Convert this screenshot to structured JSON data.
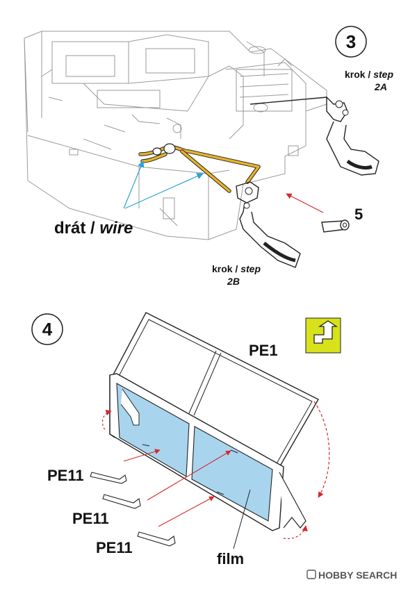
{
  "step3": {
    "number": "3",
    "wire_label_cz": "drát / ",
    "wire_label_en": "wire",
    "step2a_cz": "krok / ",
    "step2a_en": "step",
    "step2a_id": "2A",
    "step2b_cz": "krok / ",
    "step2b_en": "step",
    "step2b_id": "2B",
    "part_number": "5"
  },
  "step4": {
    "number": "4",
    "pe1_label": "PE1",
    "pe11_label_1": "PE11",
    "pe11_label_2": "PE11",
    "pe11_label_3": "PE11",
    "film_label": "film",
    "fold_icon": "fold-arrow-icon"
  },
  "watermark": {
    "brand": "HOBBY SEARCH"
  },
  "colors": {
    "wire": "#e8b22a",
    "leader_blue": "#2aa3d6",
    "arrow_red": "#d42a2a",
    "film_fill": "#a8d4ee",
    "icon_fill": "#d7e21a"
  }
}
